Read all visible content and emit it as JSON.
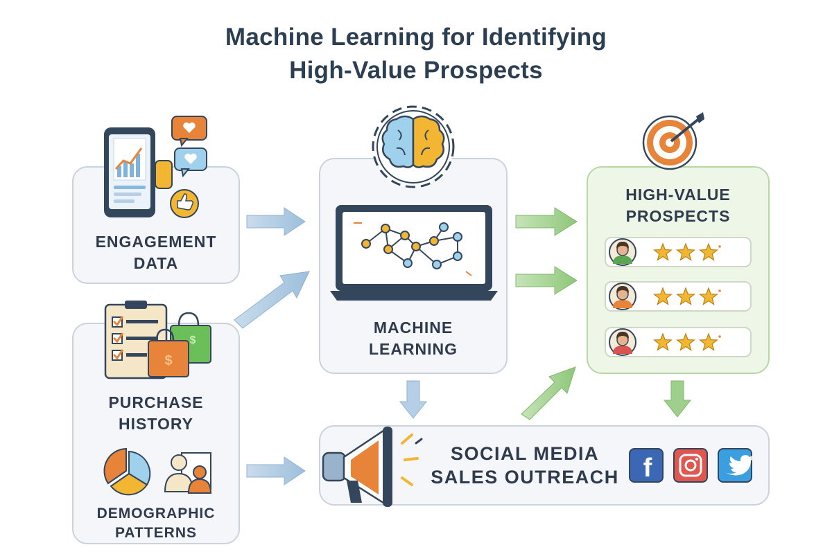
{
  "title": {
    "line1": "Machine Learning for Identifying",
    "line2": "High-Value Prospects"
  },
  "nodes": {
    "engagement": {
      "line1": "ENGAGEMENT",
      "line2": "DATA"
    },
    "purchase": {
      "line1": "PURCHASE",
      "line2": "HISTORY"
    },
    "demographic": {
      "line1": "DEMOGRAPHIC",
      "line2": "PATTERNS"
    },
    "ml": {
      "line1": "MACHINE",
      "line2": "LEARNING"
    },
    "prospects": {
      "line1": "HIGH-VALUE",
      "line2": "PROSPECTS",
      "rows": 3,
      "stars_per_row": 3
    },
    "outreach": {
      "line1": "SOCIAL MEDIA",
      "line2": "SALES OUTREACH"
    }
  },
  "icons": {
    "engagement": [
      "phone-chart-icon",
      "heart-bubble-icon",
      "like-icon"
    ],
    "purchase": [
      "checklist-icon",
      "shopping-bag-icon"
    ],
    "demographic": [
      "pie-chart-icon",
      "people-icon"
    ],
    "ml": [
      "brain-gear-icon",
      "laptop-network-icon"
    ],
    "prospects": [
      "target-icon",
      "avatar-icon",
      "star-icon"
    ],
    "outreach": [
      "megaphone-icon",
      "facebook-icon",
      "instagram-icon",
      "twitter-icon"
    ]
  },
  "colors": {
    "title": "#2c3e52",
    "box_fill": "#f4f6f9",
    "box_border": "#c9d2dd",
    "green_fill": "#eef6e8",
    "green_border": "#b9d6a6",
    "arrow_blue": "#a9c6df",
    "arrow_green": "#9fcf8c",
    "star": "#f2b632",
    "orange": "#e8833a",
    "facebook": "#3b67b5",
    "instagram": "#e0574f",
    "twitter": "#3a9ee0"
  }
}
